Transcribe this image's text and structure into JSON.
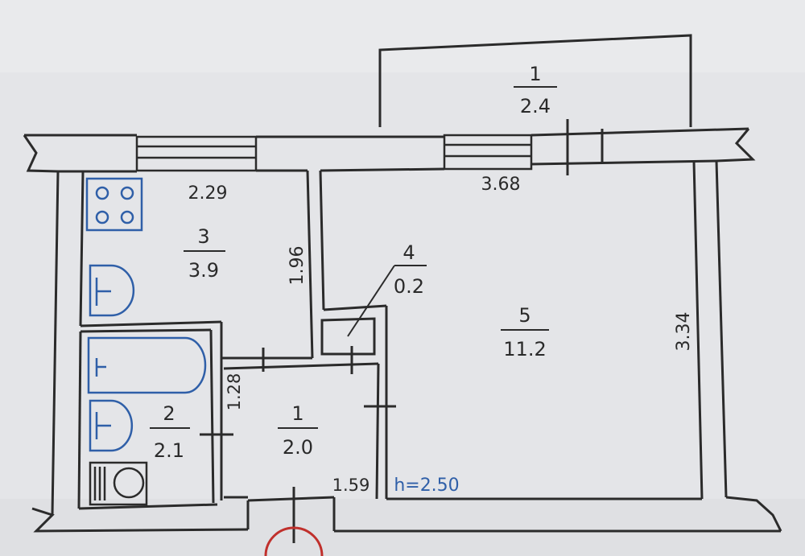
{
  "rooms": [
    {
      "id": "balcony",
      "number": "1",
      "area": "2.4"
    },
    {
      "id": "kitchen",
      "number": "3",
      "area": "3.9"
    },
    {
      "id": "bathroom",
      "number": "2",
      "area": "2.1"
    },
    {
      "id": "hallway",
      "number": "1",
      "area": "2.0"
    },
    {
      "id": "closet",
      "number": "4",
      "area": "0.2"
    },
    {
      "id": "living",
      "number": "5",
      "area": "11.2"
    }
  ],
  "dimensions": {
    "kitchen_width": "2.29",
    "kitchen_depth": "1.96",
    "living_width": "3.68",
    "living_depth": "3.34",
    "hall_depth": "1.28",
    "hall_width": "1.59"
  },
  "ceiling_height": "h=2.50",
  "colors": {
    "paper": "#e6e7e9",
    "wall": "#2b2b2b",
    "fixture": "#2f5fa8",
    "stamp": "#c0302c"
  }
}
